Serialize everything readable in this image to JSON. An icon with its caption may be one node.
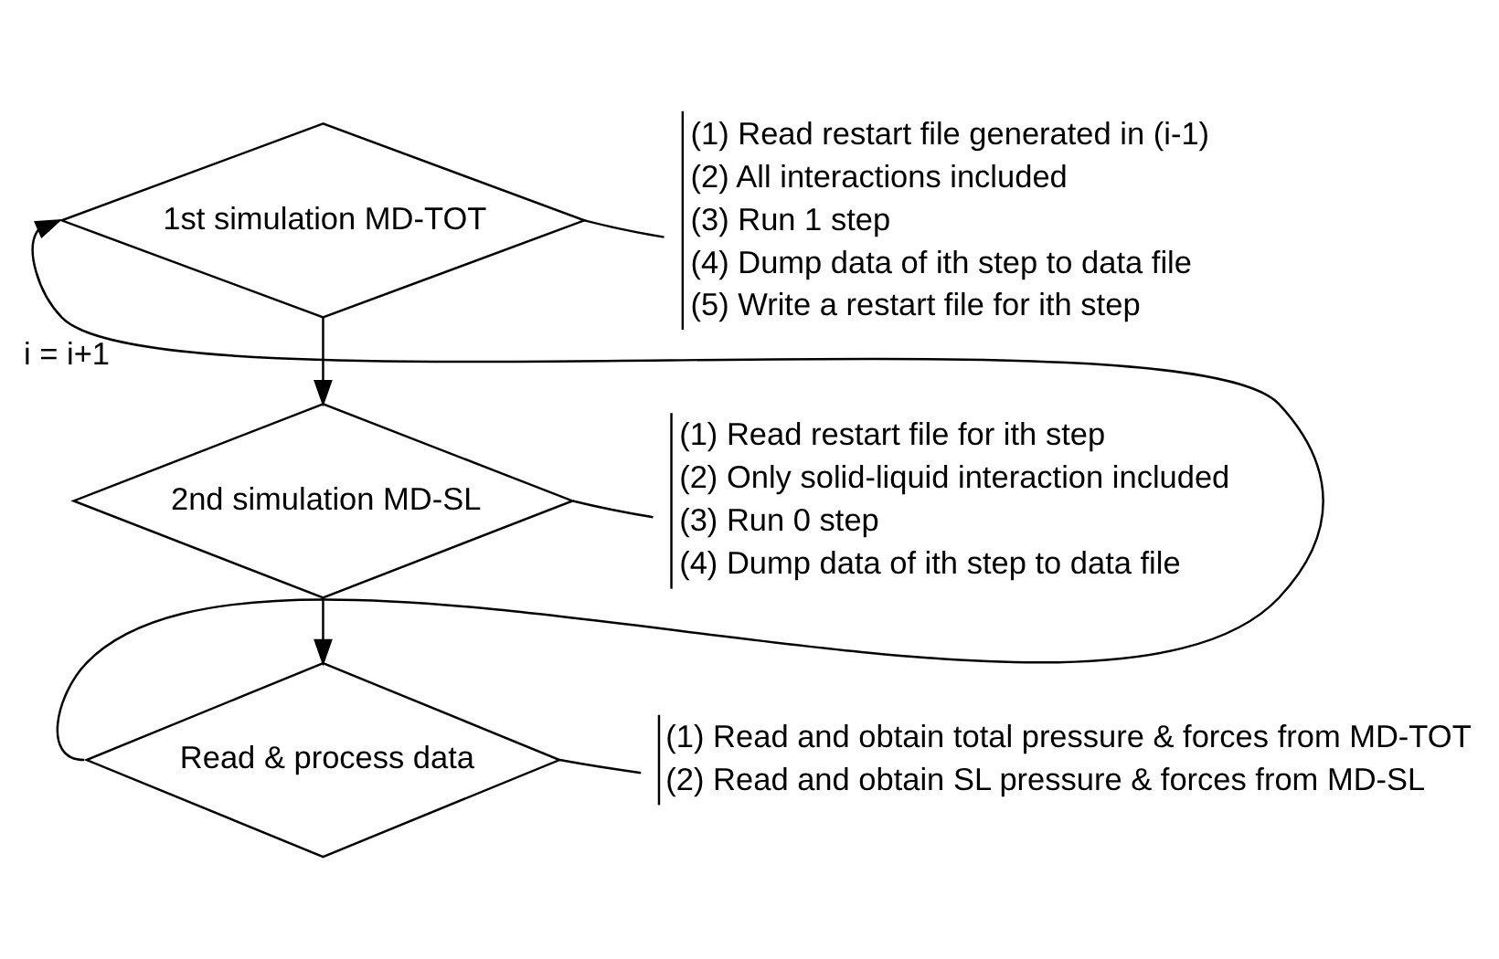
{
  "diagram": {
    "nodes": [
      {
        "text": [
          "1st simulation MD-TOT"
        ]
      },
      {
        "text": [
          "2nd simulation MD-SL"
        ]
      },
      {
        "text": [
          "Read & process data"
        ]
      },
      {
        "text": [
          "(1) Read restart file generated in (i-1)",
          "(2) All interactions included",
          "(3) Run 1 step",
          "(4) Dump data of ith step to data file",
          "(5) Write a restart file for ith step"
        ]
      },
      {
        "text": [
          "(1) Read restart file for ith step",
          "(2) Only solid-liquid interaction included",
          "(3) Run 0 step",
          "(4) Dump data of ith step to data file"
        ]
      },
      {
        "text": [
          "(1) Read and obtain total pressure & forces from MD-TOT",
          "(2) Read and obtain SL pressure & forces from MD-SL"
        ]
      }
    ],
    "edges": [
      {
        "from": 0,
        "to": 3,
        "arrow": "none"
      },
      {
        "from": 0,
        "to": 1,
        "arrow": "to"
      },
      {
        "from": 1,
        "to": 4,
        "arrow": "none"
      },
      {
        "from": 1,
        "to": 2,
        "arrow": "to"
      },
      {
        "from": 2,
        "to": 5,
        "arrow": "none"
      },
      {
        "from": 2,
        "to": 0,
        "arrow": "to",
        "label": "i = i+1"
      }
    ]
  }
}
